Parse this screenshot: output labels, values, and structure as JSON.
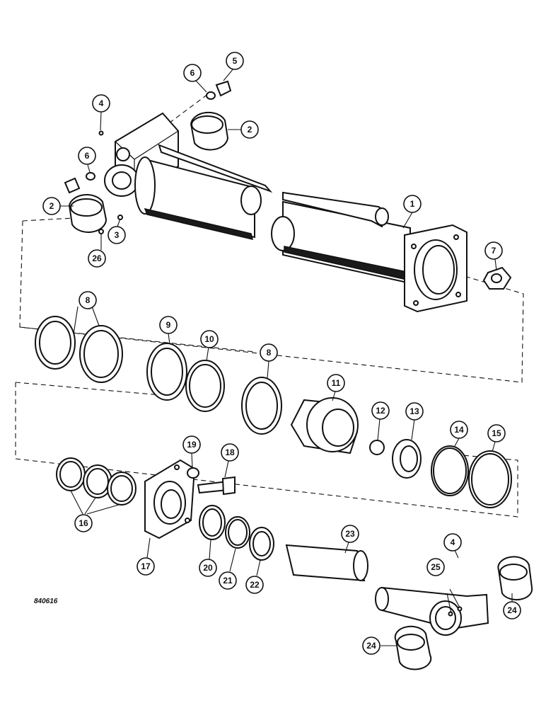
{
  "drawing_number": "840616",
  "callouts": [
    {
      "id": "c1",
      "label": "1"
    },
    {
      "id": "c2a",
      "label": "2"
    },
    {
      "id": "c2b",
      "label": "2"
    },
    {
      "id": "c3",
      "label": "3"
    },
    {
      "id": "c4a",
      "label": "4"
    },
    {
      "id": "c4b",
      "label": "4"
    },
    {
      "id": "c5",
      "label": "5"
    },
    {
      "id": "c6a",
      "label": "6"
    },
    {
      "id": "c6b",
      "label": "6"
    },
    {
      "id": "c7",
      "label": "7"
    },
    {
      "id": "c8a",
      "label": "8"
    },
    {
      "id": "c8b",
      "label": "8"
    },
    {
      "id": "c9",
      "label": "9"
    },
    {
      "id": "c10",
      "label": "10"
    },
    {
      "id": "c11",
      "label": "11"
    },
    {
      "id": "c12",
      "label": "12"
    },
    {
      "id": "c13",
      "label": "13"
    },
    {
      "id": "c14",
      "label": "14"
    },
    {
      "id": "c15",
      "label": "15"
    },
    {
      "id": "c16",
      "label": "16"
    },
    {
      "id": "c17",
      "label": "17"
    },
    {
      "id": "c18",
      "label": "18"
    },
    {
      "id": "c19",
      "label": "19"
    },
    {
      "id": "c20",
      "label": "20"
    },
    {
      "id": "c21",
      "label": "21"
    },
    {
      "id": "c22",
      "label": "22"
    },
    {
      "id": "c23",
      "label": "23"
    },
    {
      "id": "c24a",
      "label": "24"
    },
    {
      "id": "c24b",
      "label": "24"
    },
    {
      "id": "c25",
      "label": "25"
    },
    {
      "id": "c26",
      "label": "26"
    }
  ]
}
